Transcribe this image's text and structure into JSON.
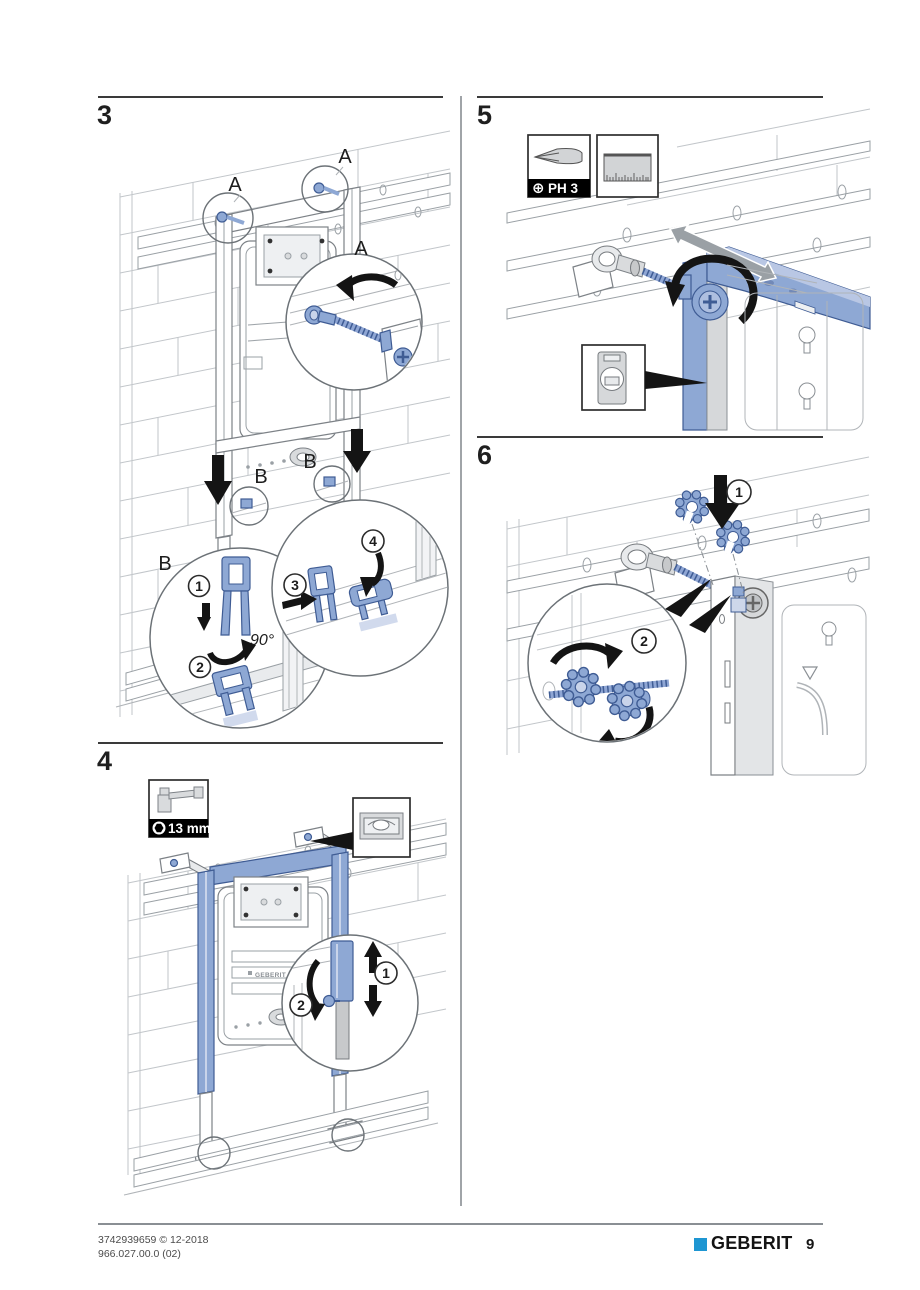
{
  "footer": {
    "doc_id": "3742939659 © 12-2018",
    "version": "966.027.00.0 (02)",
    "brand": "GEBERIT",
    "page_number": "9"
  },
  "colors": {
    "accent_blue": "#8ea8d4",
    "brand_blue": "#1e96d2"
  },
  "sections": {
    "s3": {
      "number": "3",
      "label_a": "A",
      "label_b": "B",
      "steps": {
        "1": "1",
        "2": "2",
        "3": "3",
        "4": "4"
      },
      "angle_label": "90°"
    },
    "s4": {
      "number": "4",
      "tool_socket_label": "13 mm",
      "cistern_brand": "GEBERIT",
      "steps": {
        "1": "1",
        "2": "2"
      }
    },
    "s5": {
      "number": "5",
      "tool_phillips_symbol": "⊕",
      "tool_phillips_label": "PH 3"
    },
    "s6": {
      "number": "6",
      "steps": {
        "1": "1",
        "2": "2"
      }
    }
  }
}
